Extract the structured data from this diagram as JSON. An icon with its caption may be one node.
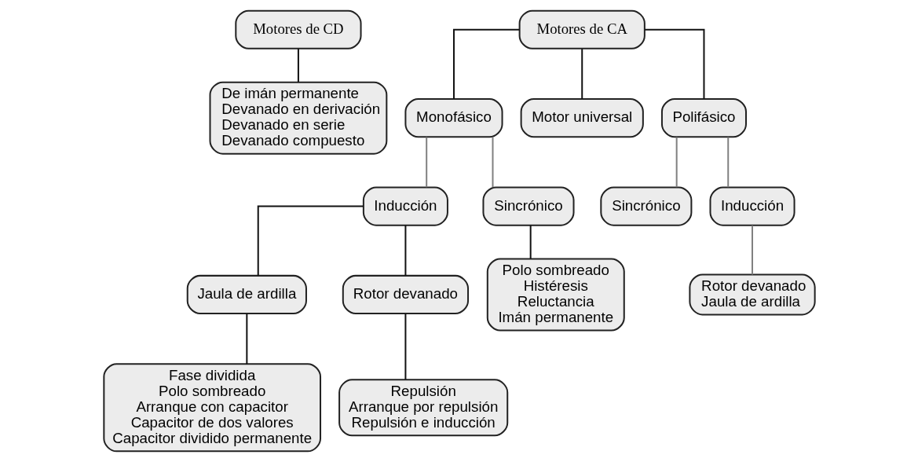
{
  "diagram": {
    "nodes": [
      {
        "text": [
          "Motores de CD"
        ]
      },
      {
        "text": [
          "De imán permanente",
          "Devanado en derivación",
          "Devanado en serie",
          "Devanado compuesto"
        ]
      },
      {
        "text": [
          "Motores de CA"
        ]
      },
      {
        "text": [
          "Monofásico"
        ]
      },
      {
        "text": [
          "Motor universal"
        ]
      },
      {
        "text": [
          "Polifásico"
        ]
      },
      {
        "text": [
          "Inducción"
        ]
      },
      {
        "text": [
          "Sincrónico"
        ]
      },
      {
        "text": [
          "Sincrónico"
        ]
      },
      {
        "text": [
          "Inducción"
        ]
      },
      {
        "text": [
          "Jaula de ardilla"
        ]
      },
      {
        "text": [
          "Rotor devanado"
        ]
      },
      {
        "text": [
          "Fase dividida",
          "Polo sombreado",
          "Arranque con capacitor",
          "Capacitor de dos valores",
          "Capacitor dividido permanente"
        ]
      },
      {
        "text": [
          "Repulsión",
          "Arranque por repulsión",
          "Repulsión e inducción"
        ]
      },
      {
        "text": [
          "Polo sombreado",
          "Histéresis",
          "Reluctancia",
          "Imán permanente"
        ]
      },
      {
        "text": [
          "Rotor devanado",
          "Jaula de ardilla"
        ]
      }
    ],
    "edges": [
      {
        "from": 0,
        "to": 1,
        "arrow": "none"
      },
      {
        "from": 2,
        "to": 3,
        "arrow": "none"
      },
      {
        "from": 2,
        "to": 4,
        "arrow": "none"
      },
      {
        "from": 2,
        "to": 5,
        "arrow": "none"
      },
      {
        "from": 3,
        "to": 6,
        "arrow": "none",
        "color": "#808080"
      },
      {
        "from": 3,
        "to": 7,
        "arrow": "none",
        "color": "#808080"
      },
      {
        "from": 5,
        "to": 8,
        "arrow": "none",
        "color": "#808080"
      },
      {
        "from": 5,
        "to": 9,
        "arrow": "none",
        "color": "#808080"
      },
      {
        "from": 6,
        "to": 10,
        "arrow": "none"
      },
      {
        "from": 6,
        "to": 11,
        "arrow": "none"
      },
      {
        "from": 10,
        "to": 12,
        "arrow": "none"
      },
      {
        "from": 11,
        "to": 13,
        "arrow": "none"
      },
      {
        "from": 7,
        "to": 14,
        "arrow": "none"
      },
      {
        "from": 9,
        "to": 15,
        "arrow": "none",
        "color": "#808080"
      }
    ]
  }
}
